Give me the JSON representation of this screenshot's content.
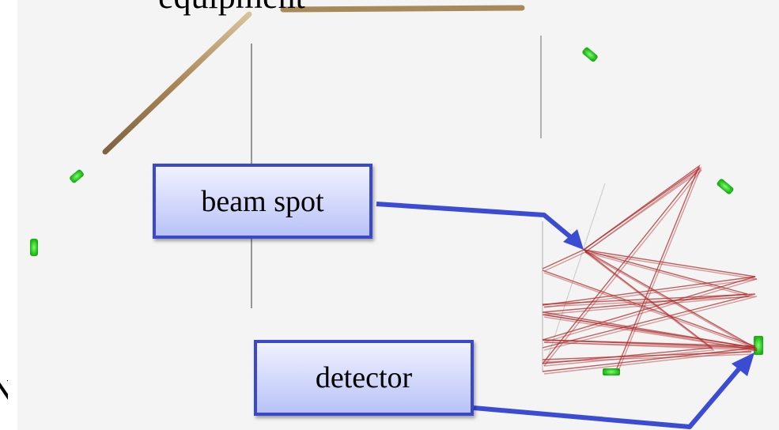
{
  "labels": {
    "top_fragment": "equipment",
    "left_fragment": "N",
    "beam_spot": "beam spot",
    "detector": "detector"
  },
  "colors": {
    "background_panel": "#f4f4f4",
    "mirror": "#b79a6b",
    "green_element": "#22d21c",
    "beam_path": "#b02a2a",
    "callout_border": "#3a49c9",
    "arrow": "#3b4bd4"
  }
}
